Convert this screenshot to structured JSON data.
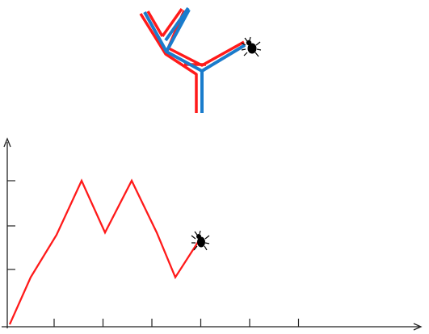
{
  "title": "",
  "colors": {
    "red": "#ff1a1a",
    "blue": "#1a7ccc",
    "axis": "#222222",
    "bug": "#000000"
  },
  "icons": {
    "bug_on_tree": "bug-icon",
    "bug_on_graph": "bug-icon",
    "y_axis_arrow": "arrow-up-icon",
    "x_axis_arrow": "arrow-right-icon"
  },
  "chart_data": {
    "type": "line",
    "x": [
      0,
      1,
      2,
      3,
      4,
      5,
      6,
      7,
      8
    ],
    "y": [
      0.05,
      1.05,
      1.95,
      3.1,
      2.0,
      3.1,
      2.0,
      1.05,
      1.85
    ],
    "x_ticks": [
      1,
      2,
      3,
      4,
      5,
      6
    ],
    "y_ticks": [
      1,
      2,
      3
    ],
    "xlim": [
      0,
      16.8
    ],
    "ylim": [
      0,
      4.1
    ],
    "tick_labels_shown": false,
    "grid": false
  }
}
